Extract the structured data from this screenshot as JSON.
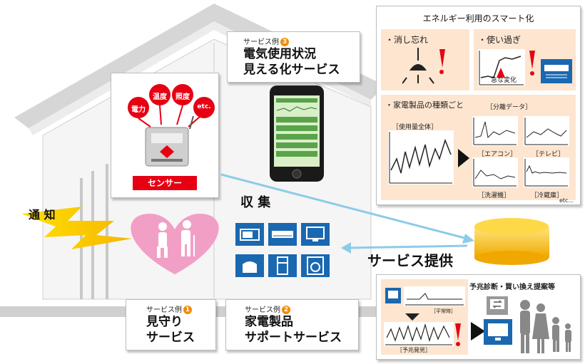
{
  "sensor": {
    "inputs": [
      "電力",
      "温度",
      "照度",
      "etc."
    ],
    "label": "センサー"
  },
  "service3": {
    "title": "サービス例",
    "number": "3",
    "line1": "電気使用状況",
    "line2": "見える化サービス"
  },
  "service1": {
    "title": "サービス例",
    "number": "1",
    "line1": "見守り",
    "line2": "サービス"
  },
  "service2": {
    "title": "サービス例",
    "number": "2",
    "line1": "家電製品",
    "line2": "サポートサービス"
  },
  "labels": {
    "notify": "通 知",
    "collect": "収 集",
    "provide": "サービス提供"
  },
  "smart": {
    "title": "エネルギー利用のスマート化",
    "forget": "・消し忘れ",
    "overuse": "・使い過ぎ",
    "sudden": "急な変化",
    "by_type": "・家電製品の種類ごと",
    "split": "［分離データ］",
    "total": "［使用量全体］",
    "aircon": "［エアコン］",
    "tv": "［テレビ］",
    "washer": "［洗濯機］",
    "fridge": "［冷蔵庫］",
    "etc": "etc..."
  },
  "diag": {
    "title": "予兆診断・買い換え提案等",
    "normal": "［平常時］",
    "found": "［予兆発見］"
  },
  "colors": {
    "accent_red": "#e60012",
    "orange": "#f08c00",
    "blue": "#1a68b0",
    "peach": "#fde5d0",
    "pink": "#f29fc5",
    "db_gold": "#f5b800",
    "arrow_blue": "#8ecbe9"
  },
  "icons": [
    "lightning-icon",
    "lamp-icon",
    "air-conditioner-icon",
    "smartphone-icon",
    "database-icon",
    "elderly-care-icon",
    "microwave-icon",
    "tv-icon",
    "rice-cooker-icon",
    "refrigerator-icon",
    "washing-machine-icon",
    "family-icon"
  ]
}
